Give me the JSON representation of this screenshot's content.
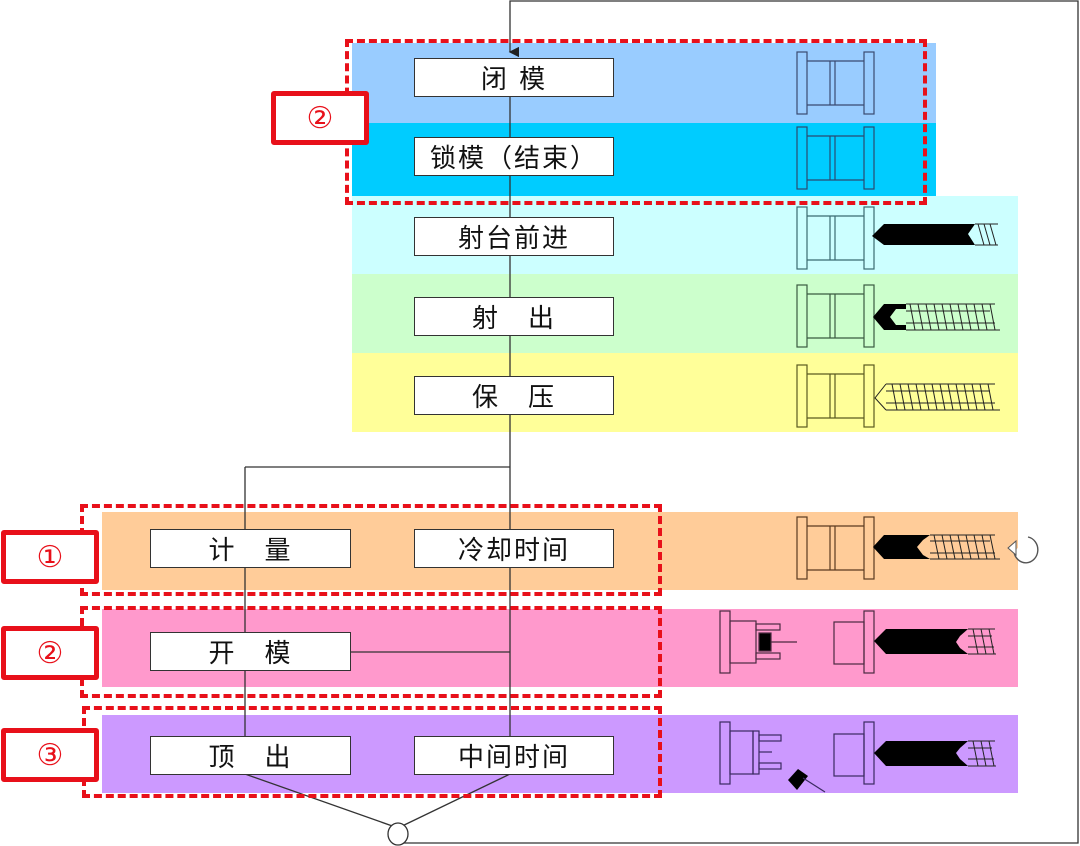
{
  "steps": {
    "mold_close": "闭 模",
    "mold_lock": "锁模（结束）",
    "carriage_forward": "射台前进",
    "injection": "射　出",
    "holding_pressure": "保　压",
    "metering": "计　量",
    "cooling_time": "冷却时间",
    "mold_open": "开　模",
    "ejection": "顶　出",
    "interval_time": "中间时间"
  },
  "labels": {
    "top_group": "②",
    "group1": "①",
    "group2": "②",
    "group3": "③"
  },
  "colors": {
    "mold_close_band": "#99ccff",
    "mold_lock_band": "#00ccff",
    "carriage_band": "#ccffff",
    "injection_band": "#ccffcc",
    "holding_band": "#ffff99",
    "metering_band": "#ffcc99",
    "open_band": "#ff99cc",
    "eject_band": "#cc99ff",
    "highlight": "#e8101a"
  },
  "icons": {
    "mold_close": "closed-mold-icon",
    "mold_lock": "locked-mold-icon",
    "carriage": "carriage-forward-icon",
    "injection": "injection-screw-icon",
    "holding": "holding-screw-icon",
    "metering": "rotating-screw-icon",
    "open": "open-mold-icon",
    "eject": "ejector-icon"
  }
}
